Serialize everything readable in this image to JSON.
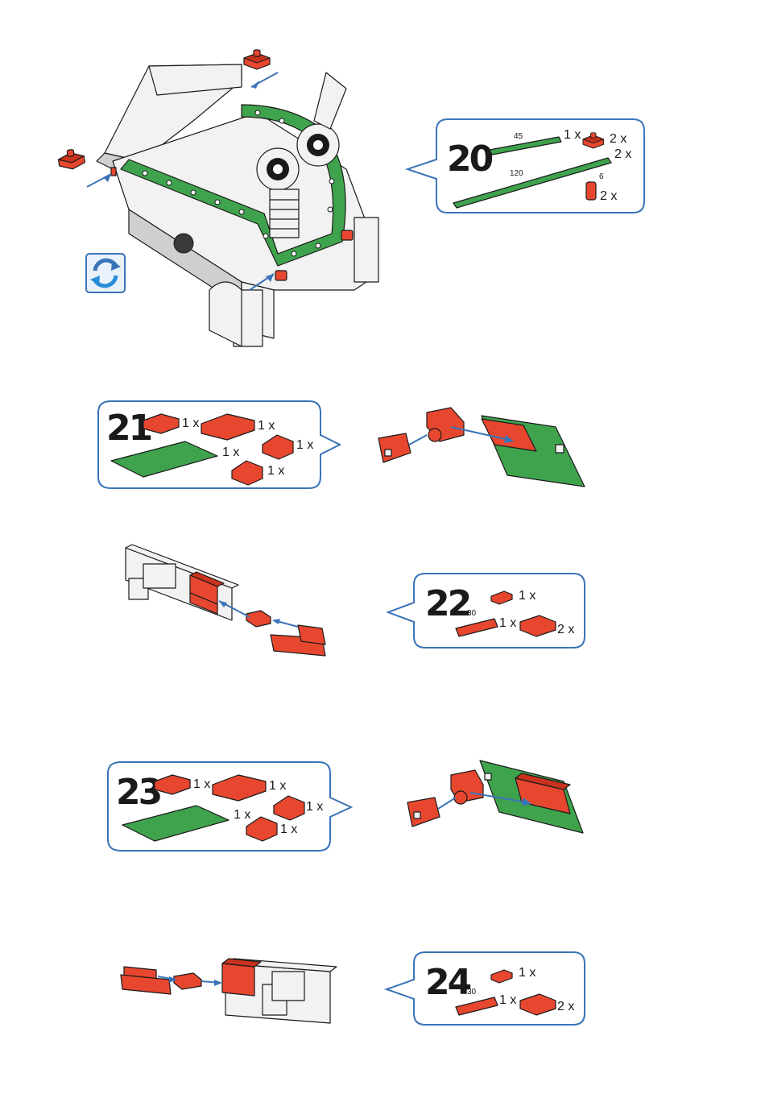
{
  "steps": [
    {
      "number": "20",
      "parts": [
        {
          "length": "45",
          "qty": "1 x"
        },
        {
          "qty": "2 x"
        },
        {
          "length": "120",
          "qty": "2 x"
        },
        {
          "length": "6",
          "qty": "2 x"
        }
      ]
    },
    {
      "number": "21",
      "parts": [
        {
          "qty": "1 x"
        },
        {
          "qty": "1 x"
        },
        {
          "qty": "1 x"
        },
        {
          "qty": "1 x"
        },
        {
          "qty": "1 x"
        }
      ]
    },
    {
      "number": "22",
      "parts": [
        {
          "qty": "1 x"
        },
        {
          "length": "30",
          "qty": "1 x"
        },
        {
          "qty": "2 x"
        }
      ]
    },
    {
      "number": "23",
      "parts": [
        {
          "qty": "1 x"
        },
        {
          "qty": "1 x"
        },
        {
          "qty": "1 x"
        },
        {
          "qty": "1 x"
        },
        {
          "qty": "1 x"
        }
      ]
    },
    {
      "number": "24",
      "parts": [
        {
          "qty": "1 x"
        },
        {
          "length": "30",
          "qty": "1 x"
        },
        {
          "qty": "2 x"
        }
      ]
    }
  ],
  "icons": {
    "rotate": "rotate-model-icon"
  },
  "colors": {
    "callout_border": "#3a74b8",
    "part_red": "#e8472f",
    "part_green": "#3fa34d"
  }
}
